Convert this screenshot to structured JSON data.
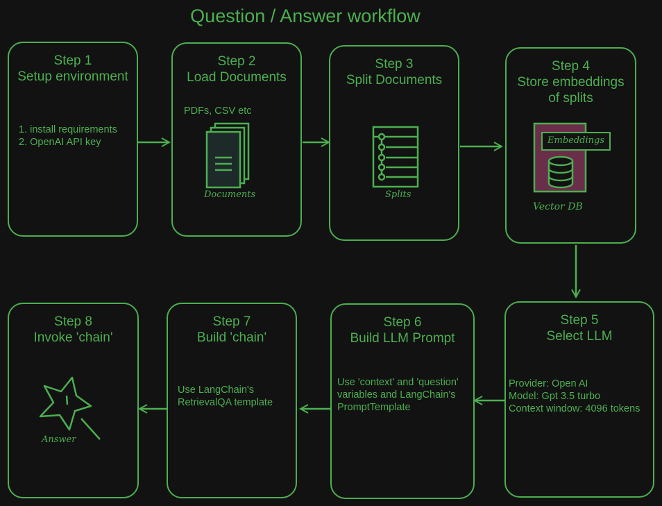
{
  "title": "Question / Answer workflow",
  "steps": [
    {
      "step": "Step 1",
      "name": "Setup environment",
      "notes": [
        "1. install requirements",
        "2. OpenAI API key"
      ]
    },
    {
      "step": "Step 2",
      "name": "Load Documents",
      "notes": [
        "PDFs, CSV etc"
      ],
      "icon_label": "Documents"
    },
    {
      "step": "Step 3",
      "name": "Split Documents",
      "icon_label": "Splits"
    },
    {
      "step": "Step 4",
      "name_lines": [
        "Store embeddings",
        "of splits"
      ],
      "embeddings_label": "Embeddings",
      "icon_label": "Vector DB"
    },
    {
      "step": "Step 5",
      "name": "Select LLM",
      "notes": [
        "Provider: Open AI",
        "Model: Gpt 3.5 turbo",
        "Context window: 4096 tokens"
      ]
    },
    {
      "step": "Step 6",
      "name": "Build LLM Prompt",
      "notes": [
        "Use 'context' and 'question'",
        "variables and LangChain's",
        "PromptTemplate"
      ]
    },
    {
      "step": "Step 7",
      "name": "Build 'chain'",
      "notes": [
        "Use LangChain's",
        "RetrievalQA template"
      ]
    },
    {
      "step": "Step 8",
      "name": "Invoke 'chain'",
      "icon_label": "Answer"
    }
  ],
  "colors": {
    "stroke": "#4caf50",
    "background": "#121212",
    "db_fill": "#6b2e4a",
    "doc_fill": "#1e2a2a"
  },
  "icons": [
    "documents-icon",
    "splits-icon",
    "vector-db-icon",
    "database-icon",
    "magic-wand-icon"
  ]
}
